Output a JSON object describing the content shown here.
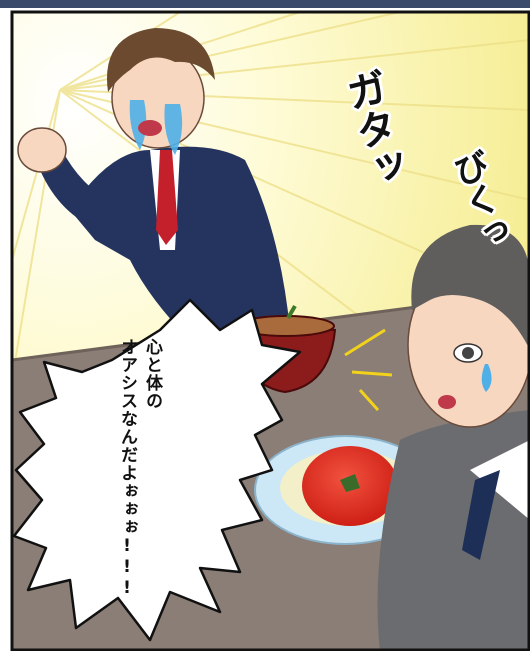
{
  "panel": {
    "sfx_gatat": "ガタッ",
    "sfx_bikut": "びくっ",
    "speech_line1": "心と体の",
    "speech_line2": "オアシスなんだよぉぉぉ!!!"
  },
  "colors": {
    "burst_bg": "#fdf7b8",
    "table": "#8a7e76",
    "suit": "#24345f",
    "hair": "#6b4a30",
    "tie": "#c4202c",
    "omelet": "#e0261d",
    "plate": "#cce7f5",
    "tear": "#4fb0e8"
  }
}
